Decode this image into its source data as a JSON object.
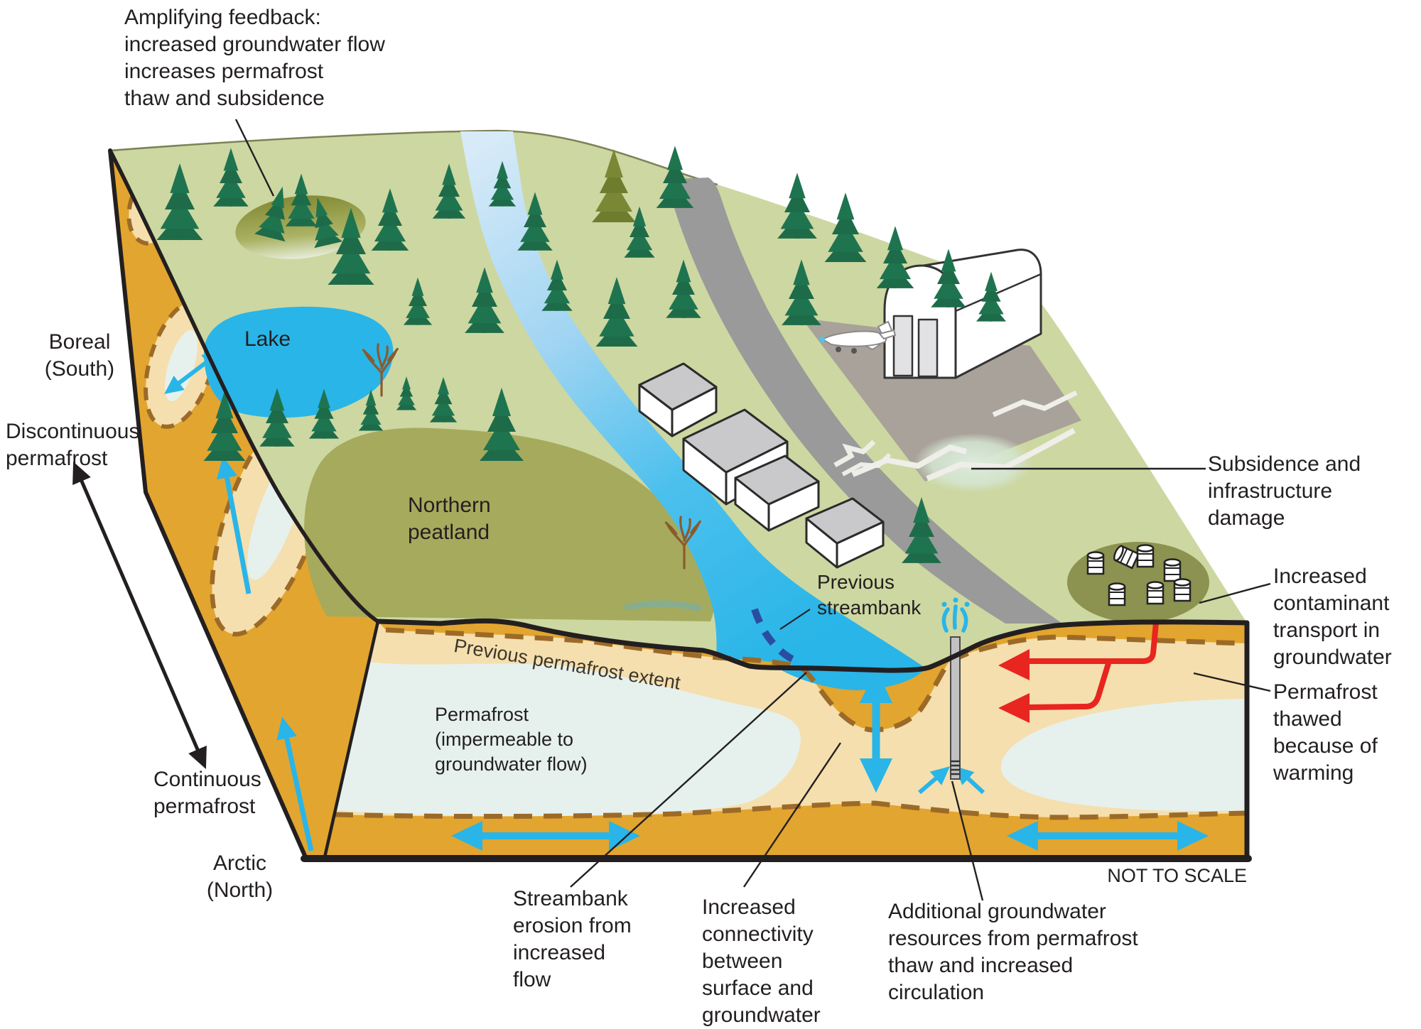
{
  "figure": {
    "description": "Block diagram of permafrost thaw and groundwater flow from Boreal (South) to Arctic (North)",
    "scale_note": "NOT TO SCALE"
  },
  "labels": {
    "amplifying_feedback": "Amplifying feedback:\nincreased groundwater flow\nincreases permafrost\nthaw and subsidence",
    "boreal": "Boreal\n(South)",
    "discontinuous_permafrost": "Discontinuous\npermafrost",
    "continuous_permafrost": "Continuous\npermafrost",
    "arctic": "Arctic\n(North)",
    "lake": "Lake",
    "northern_peatland": "Northern\npeatland",
    "previous_permafrost_extent": "Previous permafrost extent",
    "permafrost_impermeable": "Permafrost\n(impermeable to\ngroundwater flow)",
    "previous_streambank": "Previous\nstreambank",
    "subsidence": "Subsidence and\ninfrastructure damage",
    "increased_contaminant": "Increased\ncontaminant\ntransport in\ngroundwater",
    "permafrost_thawed": "Permafrost\nthawed\nbecause of\nwarming",
    "streambank_erosion": "Streambank\nerosion from\nincreased\nflow",
    "increased_connectivity": "Increased\nconnectivity\nbetween\nsurface and\ngroundwater",
    "additional_groundwater": "Additional groundwater\nresources from permafrost\nthaw and increased\ncirculation",
    "not_to_scale": "NOT TO SCALE"
  },
  "colors": {
    "surface_green": "#cdd7a1",
    "peatland_olive": "#a5aa5d",
    "depression_olive": "#878d38",
    "water_blue": "#29b5e8",
    "stream_source_pale": "#d3e9f8",
    "soil_orange": "#e2a52f",
    "thawed_cream": "#f5dfae",
    "permafrost_pale": "#e6f1ed",
    "permafrost_boundary_brown": "#9c6a28",
    "groundwater_cyan": "#29b5e8",
    "contaminant_red": "#e8251f",
    "previous_streambank_blue": "#2b4da0",
    "road_gray": "#9a9a9a",
    "tarmac_gray": "#a9a29a",
    "roof_gray": "#c9c9cc",
    "tree_green": "#1d6b49",
    "outline_black": "#231f20"
  },
  "icons": [
    "spruce-tree-icon",
    "tilted-spruce-tree-icon",
    "bare-tree-icon",
    "house-icon",
    "hangar-icon",
    "airplane-icon",
    "fuel-barrels-icon",
    "water-well-icon",
    "well-spray-icon",
    "groundwater-flow-arrow-icon",
    "contaminant-arrow-icon",
    "north-south-arrow-icon",
    "previous-streambank-dash-icon",
    "road-crack-icon"
  ]
}
